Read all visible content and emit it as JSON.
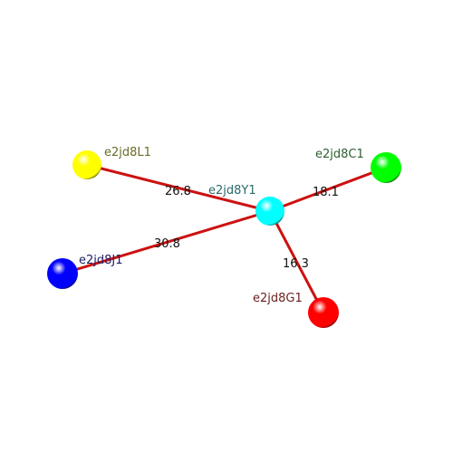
{
  "diagram": {
    "nodes": [
      {
        "id": "Y1",
        "label": "e2jd8Y1",
        "color": "#00ffff",
        "label_color": "#2a6a6a"
      },
      {
        "id": "L1",
        "label": "e2jd8L1",
        "color": "#ffff00",
        "label_color": "#6b6b2a"
      },
      {
        "id": "C1",
        "label": "e2jd8C1",
        "color": "#00ff00",
        "label_color": "#2f5f2f"
      },
      {
        "id": "J1",
        "label": "e2jd8J1",
        "color": "#0000ff",
        "label_color": "#1f1f66"
      },
      {
        "id": "G1",
        "label": "e2jd8G1",
        "color": "#ff0000",
        "label_color": "#6a1f1f"
      }
    ],
    "edges": [
      {
        "from": "Y1",
        "to": "L1",
        "label": "26.8"
      },
      {
        "from": "Y1",
        "to": "C1",
        "label": "18.1"
      },
      {
        "from": "Y1",
        "to": "J1",
        "label": "30.8"
      },
      {
        "from": "Y1",
        "to": "G1",
        "label": "16.3"
      }
    ],
    "edge_color": "#cc1111"
  }
}
